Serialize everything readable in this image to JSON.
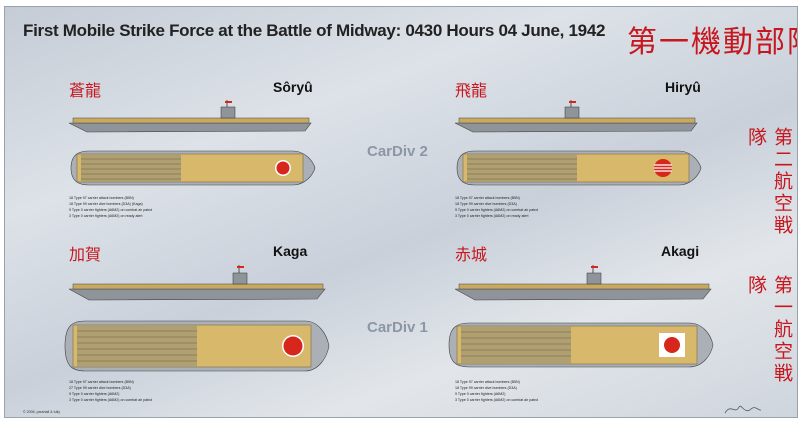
{
  "title": "First Mobile Strike Force at the Battle of Midway: 0430 Hours 04 June, 1942",
  "banner_jp": "第一機動部隊",
  "divisions": [
    {
      "label": "CarDiv 2",
      "vertical_jp": "第二航空戦隊"
    },
    {
      "label": "CarDiv 1",
      "vertical_jp": "第一航空戦隊"
    }
  ],
  "carriers": {
    "soryu": {
      "name_jp": "蒼龍",
      "name_en": "Sôryû",
      "hinomaru": "round",
      "notes": [
        "18 Type 97 carrier attack bombers (B5N)",
        "18 Type 99 carrier dive bombers (D3A) (Kaga)",
        "9 Type 0 carrier fighters (A6M2) on combat air patrol",
        "3 Type 0 carrier fighters (A6M2) on ready alert"
      ]
    },
    "hiryu": {
      "name_jp": "飛龍",
      "name_en": "Hiryû",
      "hinomaru": "striped",
      "notes": [
        "18 Type 97 carrier attack bombers (B5N)",
        "18 Type 99 carrier dive bombers (D3A)",
        "9 Type 0 carrier fighters (A6M2) on combat air patrol",
        "3 Type 0 carrier fighters (A6M2) on ready alert"
      ]
    },
    "kaga": {
      "name_jp": "加賀",
      "name_en": "Kaga",
      "hinomaru": "round",
      "notes": [
        "18 Type 97 carrier attack bombers (B5N)",
        "27 Type 99 carrier dive bombers (D3A)",
        "9 Type 0 carrier fighters (A6M2)",
        "3 Type 0 carrier fighters (A6M2) on combat air patrol"
      ]
    },
    "akagi": {
      "name_jp": "赤城",
      "name_en": "Akagi",
      "hinomaru": "round",
      "notes": [
        "18 Type 97 carrier attack bombers (B5N)",
        "18 Type 99 carrier dive bombers (D3A)",
        "9 Type 0 carrier fighters (A6M2)",
        "3 Type 0 carrier fighters (A6M2) on combat air patrol"
      ]
    }
  },
  "credit": "© 2006, parshall & tully",
  "colors": {
    "hinomaru": "#d7261c",
    "flight_deck": "#d8b86a",
    "hull": "#9aa0a6",
    "banner": "#c8161e"
  }
}
